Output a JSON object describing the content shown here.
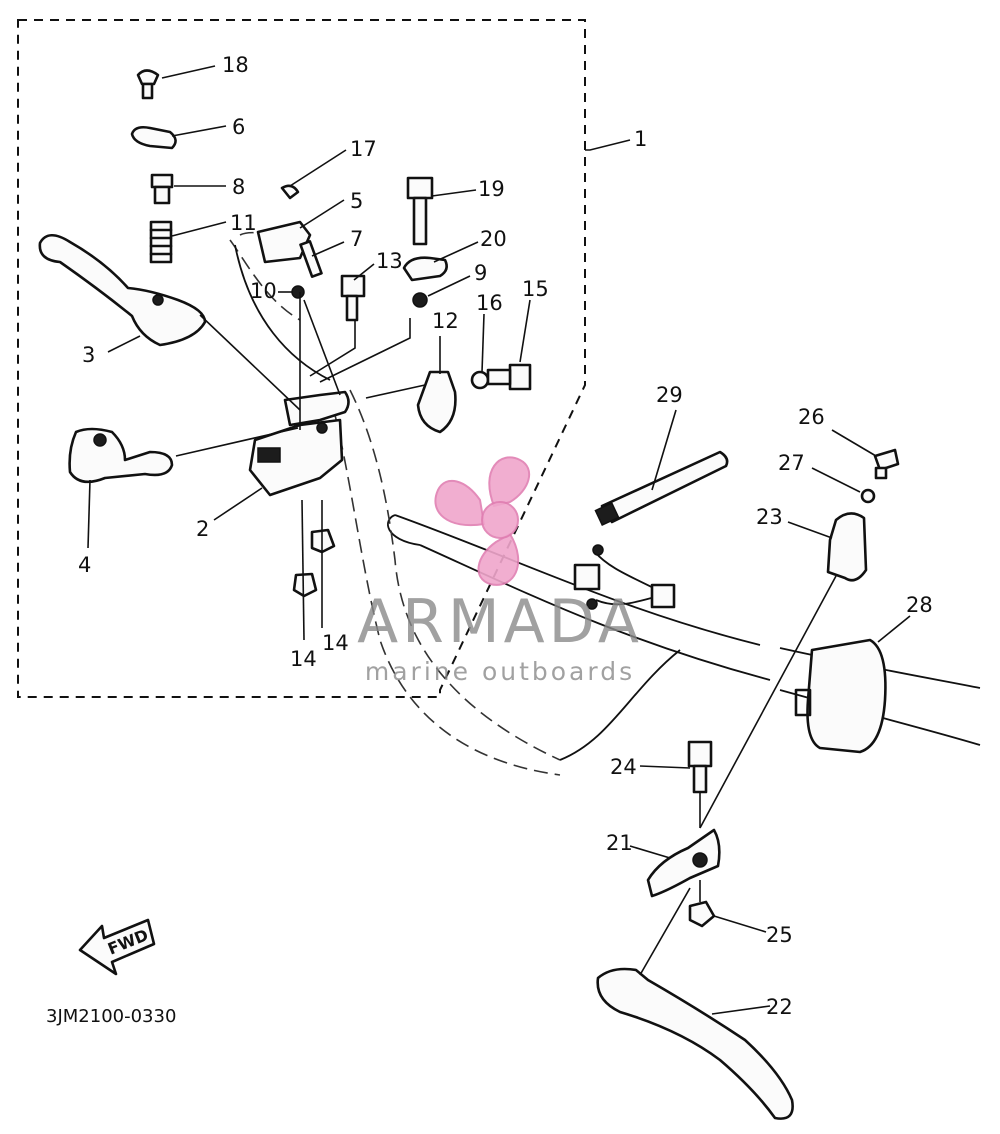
{
  "diagram": {
    "callouts": [
      "1",
      "2",
      "3",
      "4",
      "5",
      "6",
      "7",
      "8",
      "9",
      "10",
      "11",
      "12",
      "13",
      "14",
      "14",
      "15",
      "16",
      "17",
      "18",
      "19",
      "20",
      "21",
      "22",
      "23",
      "24",
      "25",
      "26",
      "27",
      "28",
      "29"
    ],
    "diagram_code": "3JM2100-0330",
    "fwd_label": "FWD"
  },
  "watermark": {
    "brand": "ARMADA",
    "tagline": "marine outboards",
    "color": "#e07fb2"
  }
}
